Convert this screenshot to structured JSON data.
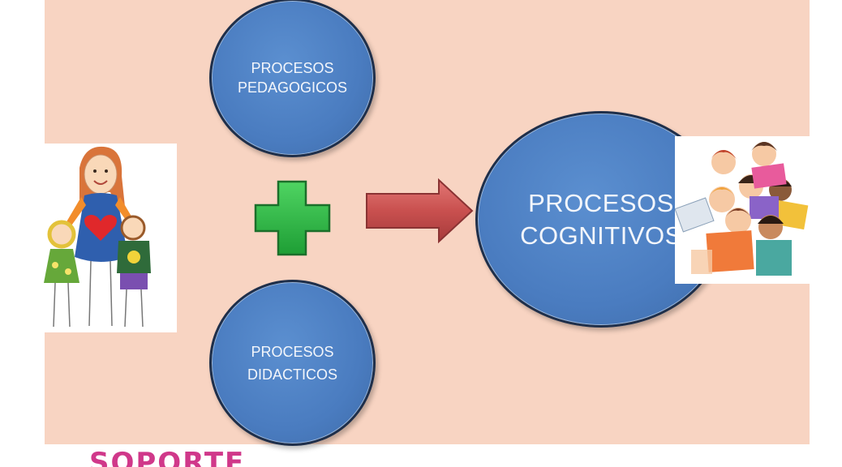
{
  "diagram": {
    "nodes": {
      "pedagogicos": {
        "line1": "PROCESOS",
        "line2": "PEDAGOGICOS"
      },
      "didacticos": {
        "line1": "PROCESOS",
        "line2": "DIDACTICOS"
      },
      "cognitivos": {
        "line1": "PROCESOS",
        "line2": "COGNITIVOS"
      }
    },
    "connectors": {
      "plus": {
        "icon": "plus-icon",
        "color": "#2fb84a"
      },
      "arrow": {
        "icon": "arrow-right-icon",
        "color": "#c9504f"
      }
    },
    "colors": {
      "background": "#f8d4c2",
      "circle_fill": "#4a7cc0",
      "circle_text": "#f3f6fb"
    }
  },
  "illustrations": {
    "left": "teacher-with-children-illustration",
    "right": "children-reading-books-illustration"
  },
  "footer": {
    "logo_text": "SOPORTE"
  }
}
